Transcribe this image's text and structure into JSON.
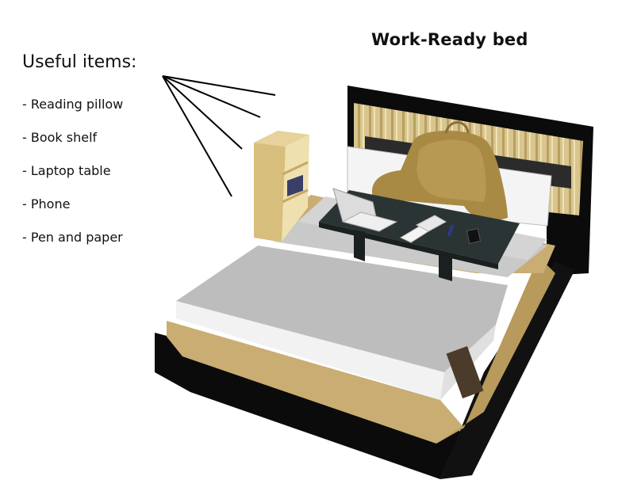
{
  "title": "Work-Ready bed",
  "legend": {
    "heading": "Useful items:",
    "items": [
      "- Reading pillow",
      "- Book shelf",
      "- Laptop table",
      "- Phone",
      "- Pen and paper"
    ]
  },
  "colors": {
    "frame": "#0b0b0b",
    "wood": "#c9ad72",
    "sheet": "#c9c9c9",
    "mattress_top": "#bdbdbd",
    "table": "#2b3434",
    "pillow": "#a88a45"
  }
}
